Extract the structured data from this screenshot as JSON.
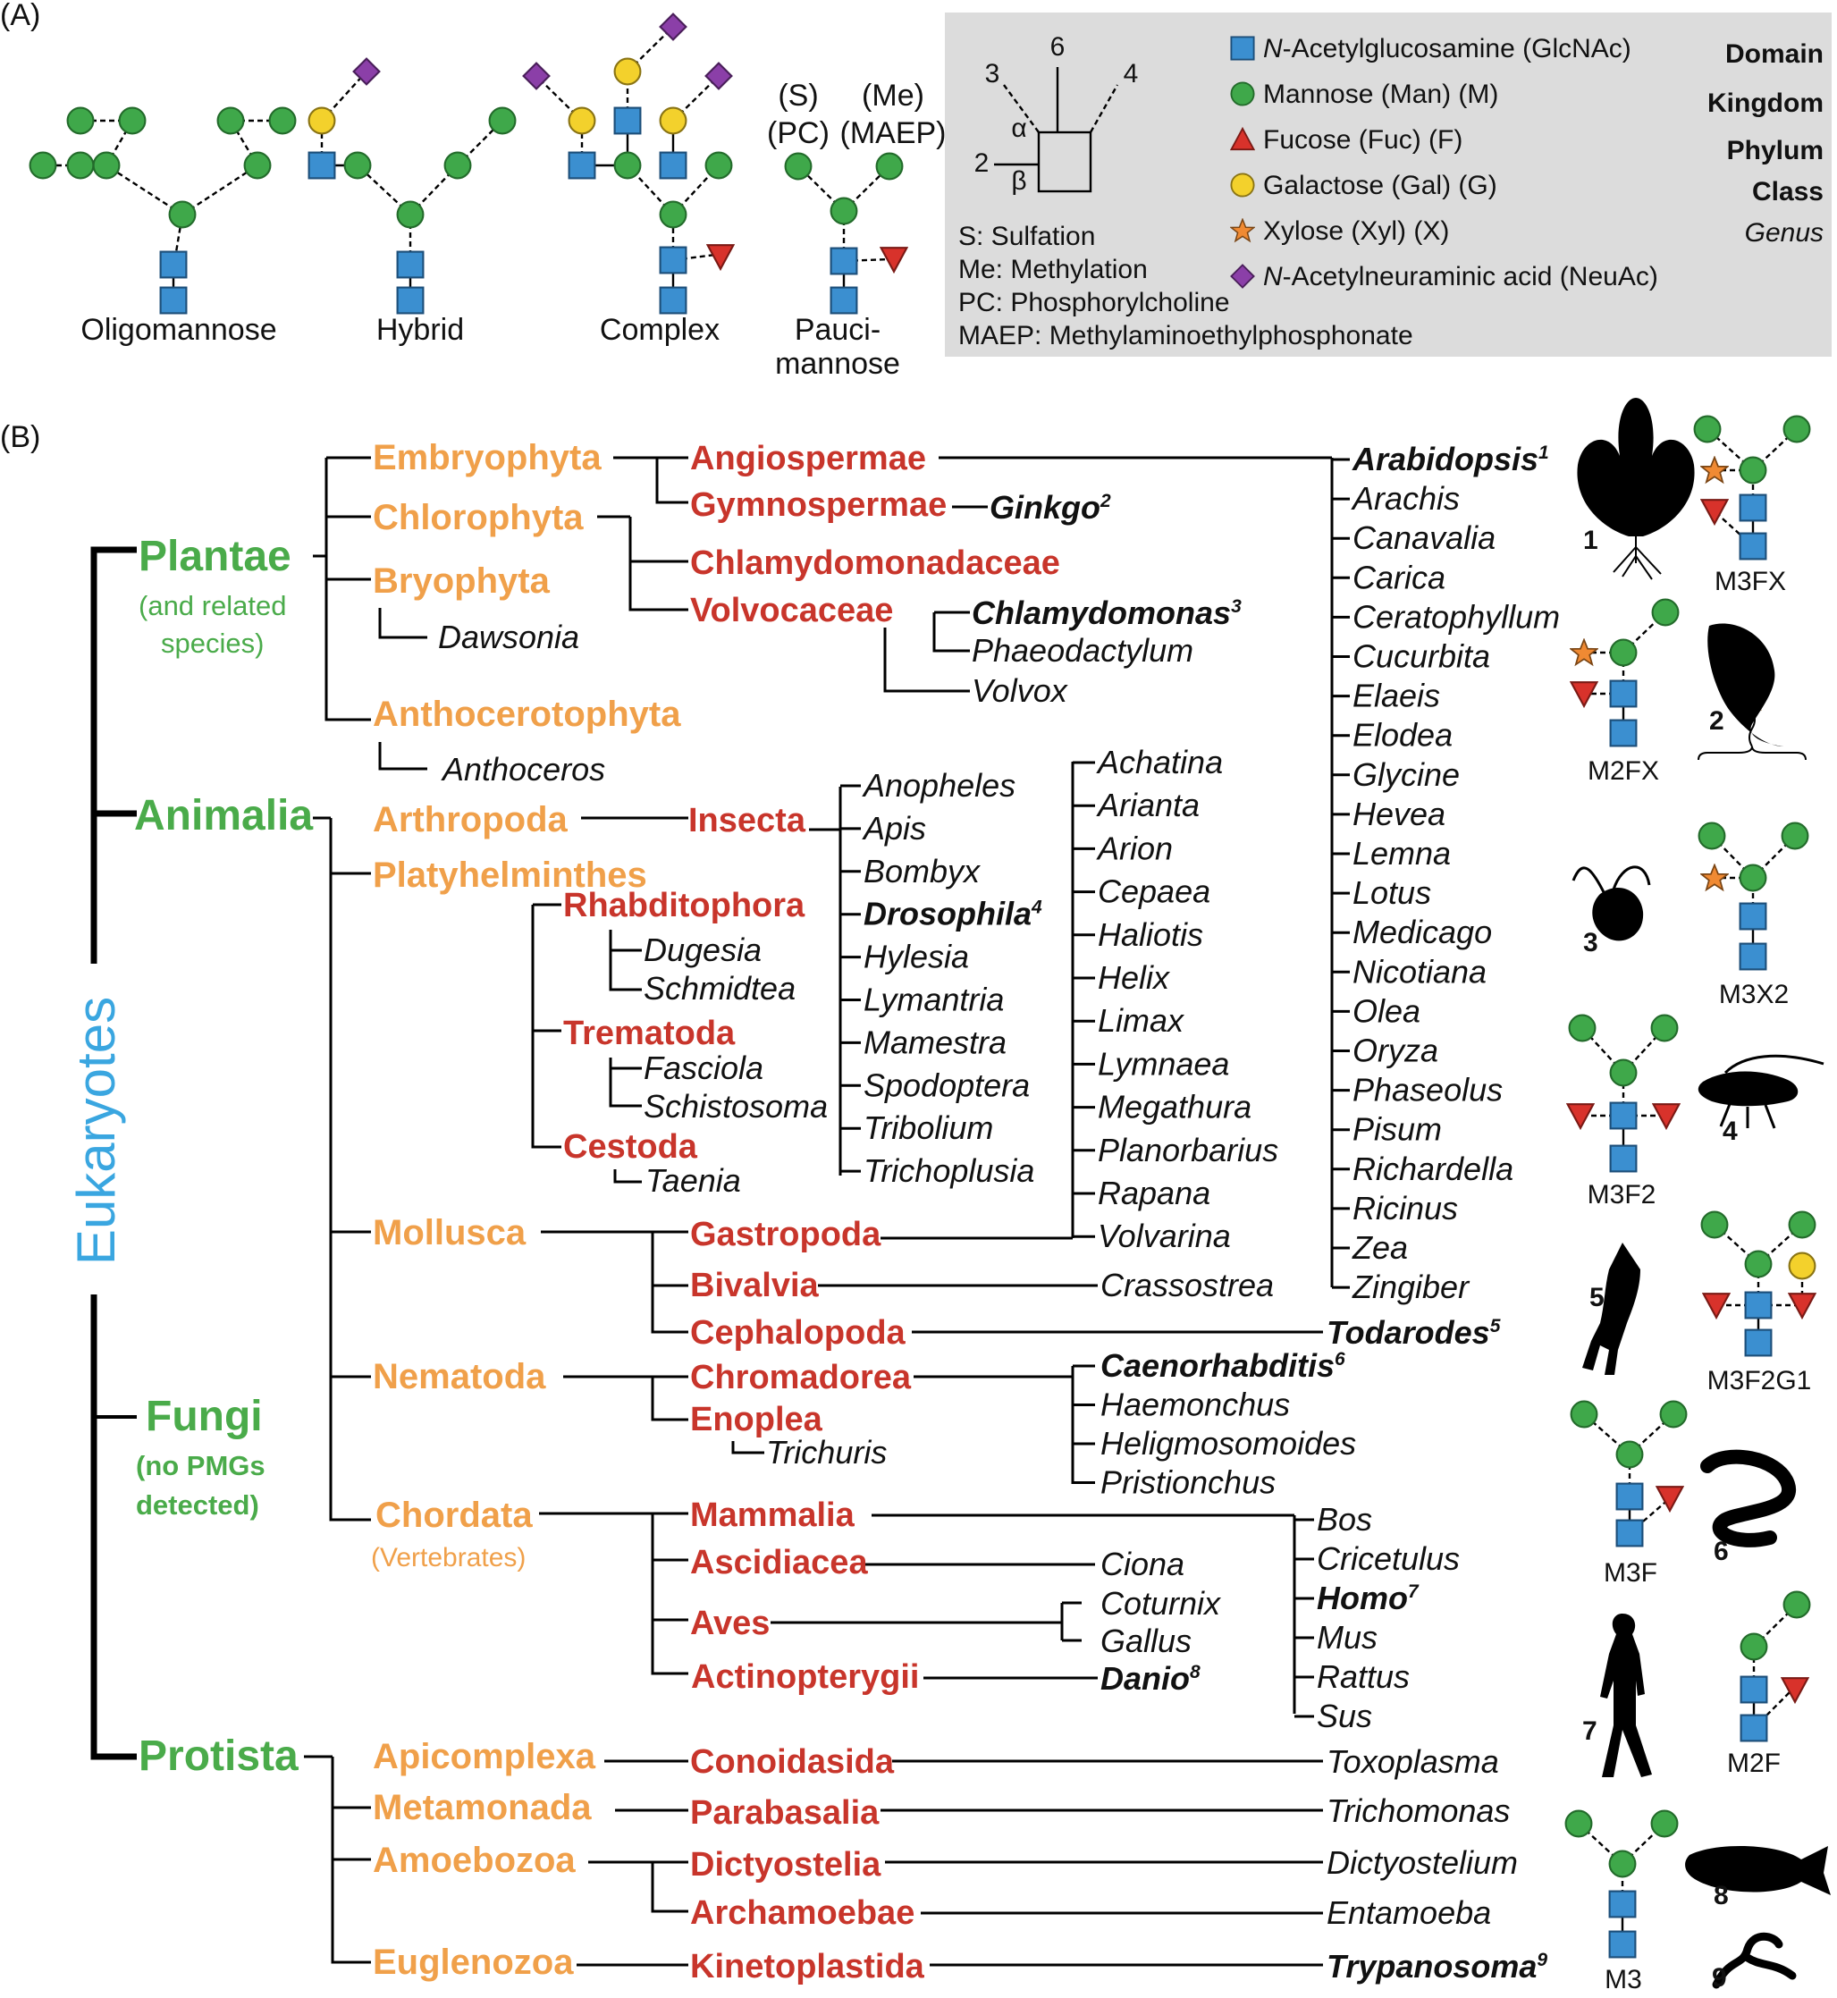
{
  "panel_a": {
    "label": "(A)",
    "types": [
      "Oligomannose",
      "Hybrid",
      "Complex",
      "Pauci-",
      "mannose"
    ],
    "pauci_mods": [
      "(S)",
      "(Me)",
      "(PC)",
      "(MAEP)"
    ],
    "linkage": {
      "positions": [
        "3",
        "4",
        "6",
        "2"
      ],
      "alpha": "α",
      "beta": "β"
    },
    "abbreviations": [
      "S: Sulfation",
      "Me: Methylation",
      "PC: Phosphorylcholine",
      "MAEP: Methylaminoethylphosphonate"
    ],
    "legend": [
      {
        "label_italic": "N",
        "label": "-Acetylglucosamine (GlcNAc)",
        "shape": "blue-square",
        "color": "#3b8fd0"
      },
      {
        "label_italic": "",
        "label": "Mannose (Man) (M)",
        "shape": "green-circle",
        "color": "#3fa84a"
      },
      {
        "label_italic": "",
        "label": "Fucose (Fuc) (F)",
        "shape": "red-triangle",
        "color": "#d8322b"
      },
      {
        "label_italic": "",
        "label": "Galactose (Gal) (G)",
        "shape": "yellow-circle",
        "color": "#f3d12c"
      },
      {
        "label_italic": "",
        "label": "Xylose (Xyl) (X)",
        "shape": "orange-star",
        "color": "#f08a33"
      },
      {
        "label_italic": "N",
        "label": "-Acetylneuraminic acid (NeuAc)",
        "shape": "purple-diamond",
        "color": "#8b3fa8"
      }
    ],
    "rank_key": [
      {
        "label": "Domain",
        "color": "#3aa6e0"
      },
      {
        "label": "Kingdom",
        "color": "#4aab4a"
      },
      {
        "label": "Phylum",
        "color": "#f0a04a"
      },
      {
        "label": "Class",
        "color": "#c8352b"
      },
      {
        "label": "Genus",
        "color": "#111111"
      }
    ]
  },
  "panel_b": {
    "label": "(B)",
    "domain": "Eukaryotes",
    "kingdoms": {
      "plantae": "Plantae",
      "plantae_note_1": "(and related",
      "plantae_note_2": "species)",
      "animalia": "Animalia",
      "fungi": "Fungi",
      "fungi_note_1": "(no PMGs",
      "fungi_note_2": "detected)",
      "protista": "Protista"
    },
    "phyla": {
      "embryophyta": "Embryophyta",
      "chlorophyta": "Chlorophyta",
      "bryophyta": "Bryophyta",
      "anthocerotophyta": "Anthocerotophyta",
      "arthropoda": "Arthropoda",
      "platyhelminthes": "Platyhelminthes",
      "mollusca": "Mollusca",
      "nematoda": "Nematoda",
      "chordata": "Chordata",
      "chordata_note": "(Vertebrates)",
      "apicomplexa": "Apicomplexa",
      "metamonada": "Metamonada",
      "amoebozoa": "Amoebozoa",
      "euglenozoa": "Euglenozoa"
    },
    "classes": {
      "angiospermae": "Angiospermae",
      "gymnospermae": "Gymnospermae",
      "chlamydomonadaceae": "Chlamydomonadaceae",
      "volvocaceae": "Volvocaceae",
      "insecta": "Insecta",
      "rhabditophora": "Rhabditophora",
      "trematoda": "Trematoda",
      "cestoda": "Cestoda",
      "gastropoda": "Gastropoda",
      "bivalvia": "Bivalvia",
      "cephalopoda": "Cephalopoda",
      "chromadorea": "Chromadorea",
      "enoplea": "Enoplea",
      "mammalia": "Mammalia",
      "ascidiacea": "Ascidiacea",
      "aves": "Aves",
      "actinopterygii": "Actinopterygii",
      "conoidasida": "Conoidasida",
      "parabasalia": "Parabasalia",
      "dictyostelia": "Dictyostelia",
      "archamoebae": "Archamoebae",
      "kinetoplastida": "Kinetoplastida"
    },
    "genera": {
      "ginkgo": "Ginkgo",
      "ginkgo_n": "2",
      "dawsonia": "Dawsonia",
      "chlamydomonas": "Chlamydomonas",
      "chlamydomonas_n": "3",
      "phaeodactylum": "Phaeodactylum",
      "volvox": "Volvox",
      "anthoceros": "Anthoceros",
      "dugesia": "Dugesia",
      "schmidtea": "Schmidtea",
      "fasciola": "Fasciola",
      "schistosoma": "Schistosoma",
      "taenia": "Taenia",
      "crassostrea": "Crassostrea",
      "todarodes": "Todarodes",
      "todarodes_n": "5",
      "trichuris": "Trichuris",
      "ciona": "Ciona",
      "coturnix": "Coturnix",
      "gallus": "Gallus",
      "danio": "Danio",
      "danio_n": "8",
      "toxoplasma": "Toxoplasma",
      "trichomonas": "Trichomonas",
      "dictyostelium": "Dictyostelium",
      "entamoeba": "Entamoeba",
      "trypanosoma": "Trypanosoma",
      "trypanosoma_n": "9",
      "insecta_list": [
        {
          "name": "Anopheles"
        },
        {
          "name": "Apis"
        },
        {
          "name": "Bombyx"
        },
        {
          "name": "Drosophila",
          "bold": true,
          "n": "4"
        },
        {
          "name": "Hylesia"
        },
        {
          "name": "Lymantria"
        },
        {
          "name": "Mamestra"
        },
        {
          "name": "Spodoptera"
        },
        {
          "name": "Tribolium"
        },
        {
          "name": "Trichoplusia"
        }
      ],
      "gastropoda_list": [
        {
          "name": "Achatina"
        },
        {
          "name": "Arianta"
        },
        {
          "name": "Arion"
        },
        {
          "name": "Cepaea"
        },
        {
          "name": "Haliotis"
        },
        {
          "name": "Helix"
        },
        {
          "name": "Limax"
        },
        {
          "name": "Lymnaea"
        },
        {
          "name": "Megathura"
        },
        {
          "name": "Planorbarius"
        },
        {
          "name": "Rapana"
        },
        {
          "name": "Volvarina"
        }
      ],
      "angiospermae_list": [
        {
          "name": "Arabidopsis",
          "bold": true,
          "n": "1"
        },
        {
          "name": "Arachis"
        },
        {
          "name": "Canavalia"
        },
        {
          "name": "Carica"
        },
        {
          "name": "Ceratophyllum"
        },
        {
          "name": "Cucurbita"
        },
        {
          "name": "Elaeis"
        },
        {
          "name": "Elodea"
        },
        {
          "name": "Glycine"
        },
        {
          "name": "Hevea"
        },
        {
          "name": "Lemna"
        },
        {
          "name": "Lotus"
        },
        {
          "name": "Medicago"
        },
        {
          "name": "Nicotiana"
        },
        {
          "name": "Olea"
        },
        {
          "name": "Oryza"
        },
        {
          "name": "Phaseolus"
        },
        {
          "name": "Pisum"
        },
        {
          "name": "Richardella"
        },
        {
          "name": "Ricinus"
        },
        {
          "name": "Zea"
        },
        {
          "name": "Zingiber"
        }
      ],
      "chromadorea_list": [
        {
          "name": "Caenorhabditis",
          "bold": true,
          "n": "6"
        },
        {
          "name": "Haemonchus"
        },
        {
          "name": "Heligmosomoides"
        },
        {
          "name": "Pristionchus"
        }
      ],
      "mammalia_list": [
        {
          "name": "Bos"
        },
        {
          "name": "Cricetulus"
        },
        {
          "name": "Homo",
          "bold": true,
          "n": "7"
        },
        {
          "name": "Mus"
        },
        {
          "name": "Rattus"
        },
        {
          "name": "Sus"
        }
      ]
    },
    "glycan_labels": [
      "M3FX",
      "M2FX",
      "M3X2",
      "M3F2",
      "M3F2G1",
      "M3F",
      "M2F",
      "M3"
    ],
    "organism_numbers": [
      "1",
      "2",
      "3",
      "4",
      "5",
      "6",
      "7",
      "8",
      "9"
    ]
  }
}
